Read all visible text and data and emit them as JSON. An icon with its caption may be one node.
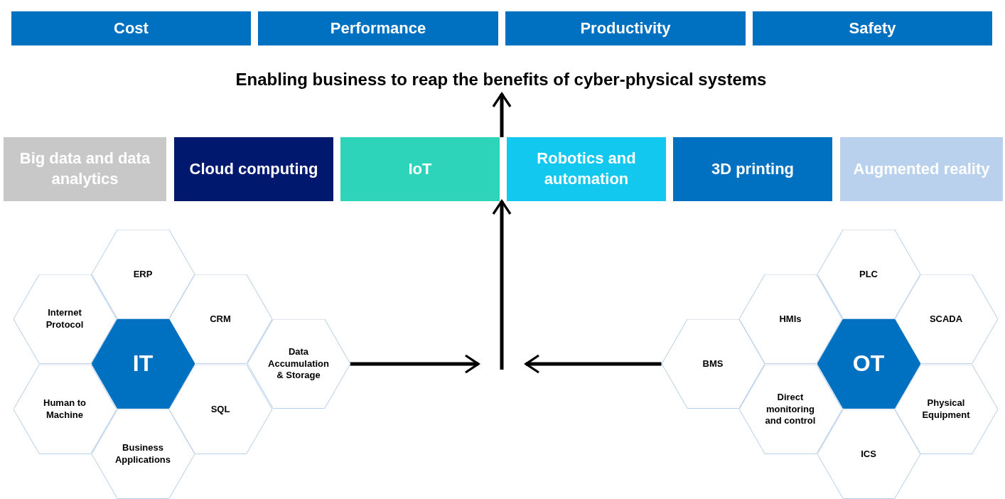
{
  "diagram": {
    "nodes": [
      {
        "text": [
          "Cost"
        ]
      },
      {
        "text": [
          "Performance"
        ]
      },
      {
        "text": [
          "Productivity"
        ]
      },
      {
        "text": [
          "Safety"
        ]
      },
      {
        "text": [
          "Enabling business to reap the benefits of cyber-physical systems"
        ]
      },
      {
        "text": [
          "Big data and data analytics"
        ]
      },
      {
        "text": [
          "Cloud computing"
        ]
      },
      {
        "text": [
          "IoT"
        ]
      },
      {
        "text": [
          "Robotics and automation"
        ]
      },
      {
        "text": [
          "3D printing"
        ]
      },
      {
        "text": [
          "Augmented reality"
        ]
      },
      {
        "text": [
          "ERP"
        ]
      },
      {
        "text": [
          "Internet Protocol"
        ]
      },
      {
        "text": [
          "CRM"
        ]
      },
      {
        "text": [
          "IT"
        ]
      },
      {
        "text": [
          "Data Accumulation & Storage"
        ]
      },
      {
        "text": [
          "Human to Machine"
        ]
      },
      {
        "text": [
          "SQL"
        ]
      },
      {
        "text": [
          "Business Applications"
        ]
      },
      {
        "text": [
          "PLC"
        ]
      },
      {
        "text": [
          "HMIs"
        ]
      },
      {
        "text": [
          "SCADA"
        ]
      },
      {
        "text": [
          "BMS"
        ]
      },
      {
        "text": [
          "OT"
        ]
      },
      {
        "text": [
          "Direct monitoring and control"
        ]
      },
      {
        "text": [
          "Physical Equipment"
        ]
      },
      {
        "text": [
          "ICS"
        ]
      }
    ],
    "edges": [
      {
        "from": 7,
        "to": 4,
        "arrow": "to"
      },
      {
        "from": 15,
        "to": null,
        "arrow": "to"
      },
      {
        "from": 22,
        "to": null,
        "arrow": "to"
      },
      {
        "from": null,
        "to": 7,
        "arrow": "to"
      }
    ]
  }
}
